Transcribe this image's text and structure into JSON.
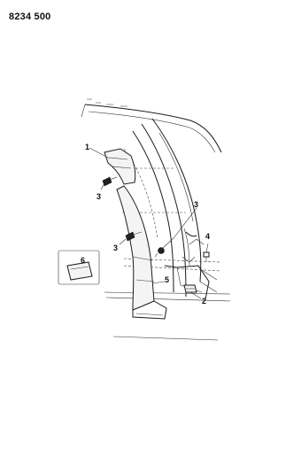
{
  "doc": {
    "id": "8234 500"
  },
  "callouts": [
    {
      "num": "1",
      "name": "callout-1"
    },
    {
      "num": "3",
      "name": "callout-3-upper-left"
    },
    {
      "num": "3",
      "name": "callout-3-right"
    },
    {
      "num": "3",
      "name": "callout-3-lower-left"
    },
    {
      "num": "4",
      "name": "callout-4"
    },
    {
      "num": "5",
      "name": "callout-5"
    },
    {
      "num": "2",
      "name": "callout-2"
    },
    {
      "num": "6",
      "name": "callout-6"
    }
  ]
}
